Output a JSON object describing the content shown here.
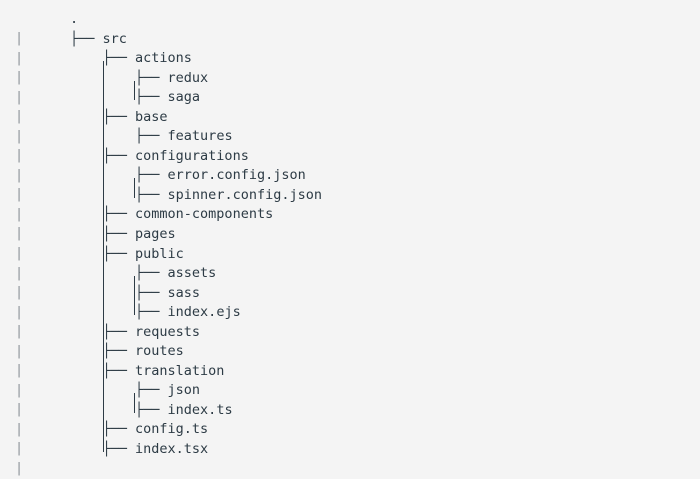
{
  "terminal": {
    "background_color": "#f4f4f4",
    "text_color": "#2d3b45",
    "gutter_color": "#8b9299",
    "gutter_symbol": "|",
    "root_label": ".",
    "branch_connector": "├──",
    "indent_unit": "    ",
    "vertical_guide": "│",
    "gutter_line_count": 23
  },
  "tree": {
    "type": "directory-tree",
    "root": ".",
    "entries": [
      {
        "depth": 0,
        "name": ".",
        "connector": "",
        "indent": ""
      },
      {
        "depth": 1,
        "name": "src",
        "connector": "├──",
        "indent": ""
      },
      {
        "depth": 2,
        "name": "actions",
        "connector": "├──",
        "indent": "    "
      },
      {
        "depth": 3,
        "name": "redux",
        "connector": "├──",
        "indent": "        "
      },
      {
        "depth": 3,
        "name": "saga",
        "connector": "├──",
        "indent": "        "
      },
      {
        "depth": 2,
        "name": "base",
        "connector": "├──",
        "indent": "    "
      },
      {
        "depth": 3,
        "name": "features",
        "connector": "├──",
        "indent": "        "
      },
      {
        "depth": 2,
        "name": "configurations",
        "connector": "├──",
        "indent": "    "
      },
      {
        "depth": 3,
        "name": "error.config.json",
        "connector": "├──",
        "indent": "        "
      },
      {
        "depth": 3,
        "name": "spinner.config.json",
        "connector": "├──",
        "indent": "        "
      },
      {
        "depth": 2,
        "name": "common-components",
        "connector": "├──",
        "indent": "    "
      },
      {
        "depth": 2,
        "name": "pages",
        "connector": "├──",
        "indent": "    "
      },
      {
        "depth": 2,
        "name": "public",
        "connector": "├──",
        "indent": "    "
      },
      {
        "depth": 3,
        "name": "assets",
        "connector": "├──",
        "indent": "        "
      },
      {
        "depth": 3,
        "name": "sass",
        "connector": "├──",
        "indent": "        "
      },
      {
        "depth": 3,
        "name": "index.ejs",
        "connector": "├──",
        "indent": "        "
      },
      {
        "depth": 2,
        "name": "requests",
        "connector": "├──",
        "indent": "    "
      },
      {
        "depth": 2,
        "name": "routes",
        "connector": "├──",
        "indent": "    "
      },
      {
        "depth": 2,
        "name": "translation",
        "connector": "├──",
        "indent": "    "
      },
      {
        "depth": 3,
        "name": "json",
        "connector": "├──",
        "indent": "        "
      },
      {
        "depth": 3,
        "name": "index.ts",
        "connector": "├──",
        "indent": "        "
      },
      {
        "depth": 2,
        "name": "config.ts",
        "connector": "├──",
        "indent": "    "
      },
      {
        "depth": 2,
        "name": "index.tsx",
        "connector": "├──",
        "indent": "    "
      }
    ]
  }
}
